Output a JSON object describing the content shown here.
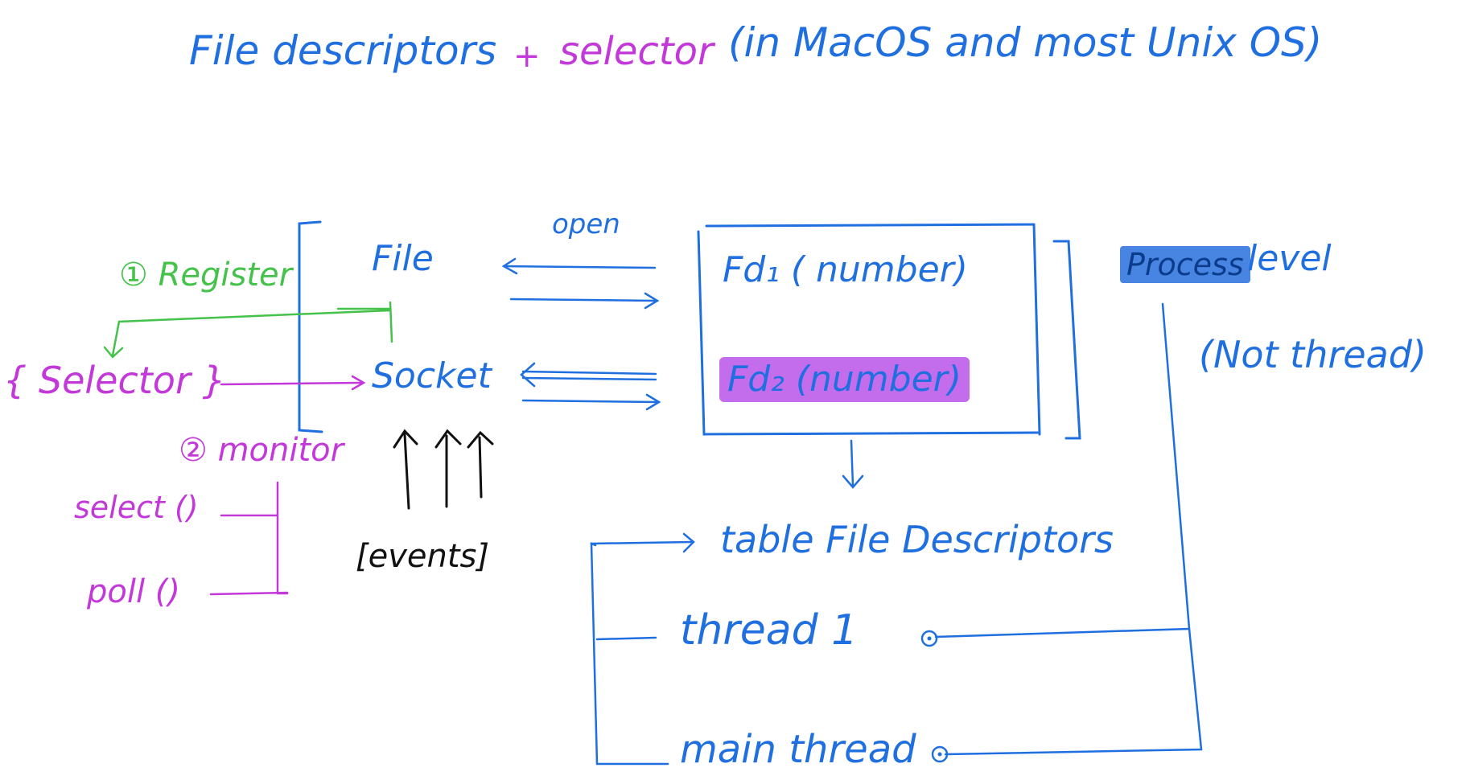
{
  "title": {
    "part1": "File descriptors",
    "plus": "+",
    "part2": "selector",
    "part3": "(in MacOS and most Unix OS)"
  },
  "left_group": {
    "file": "File",
    "socket": "Socket",
    "open": "open"
  },
  "selector": {
    "label": "{ Selector }",
    "register": "① Register",
    "monitor": "② monitor",
    "select_fn": "select ()",
    "poll_fn": "poll ()"
  },
  "events": "[events]",
  "fd_box": {
    "fd1": "Fd₁ ( number)",
    "fd2": "Fd₂ (number)"
  },
  "process": {
    "highlight": "Process",
    "rest": "level",
    "note": "(Not thread)"
  },
  "table": {
    "title": "table File Descriptors",
    "thread1": "thread 1",
    "main_thread": "main thread"
  },
  "colors": {
    "blue": "#1f6fe0",
    "magenta": "#c238d8",
    "green": "#44c24a",
    "black": "#111111",
    "purple_highlight": "#b03ce6"
  }
}
